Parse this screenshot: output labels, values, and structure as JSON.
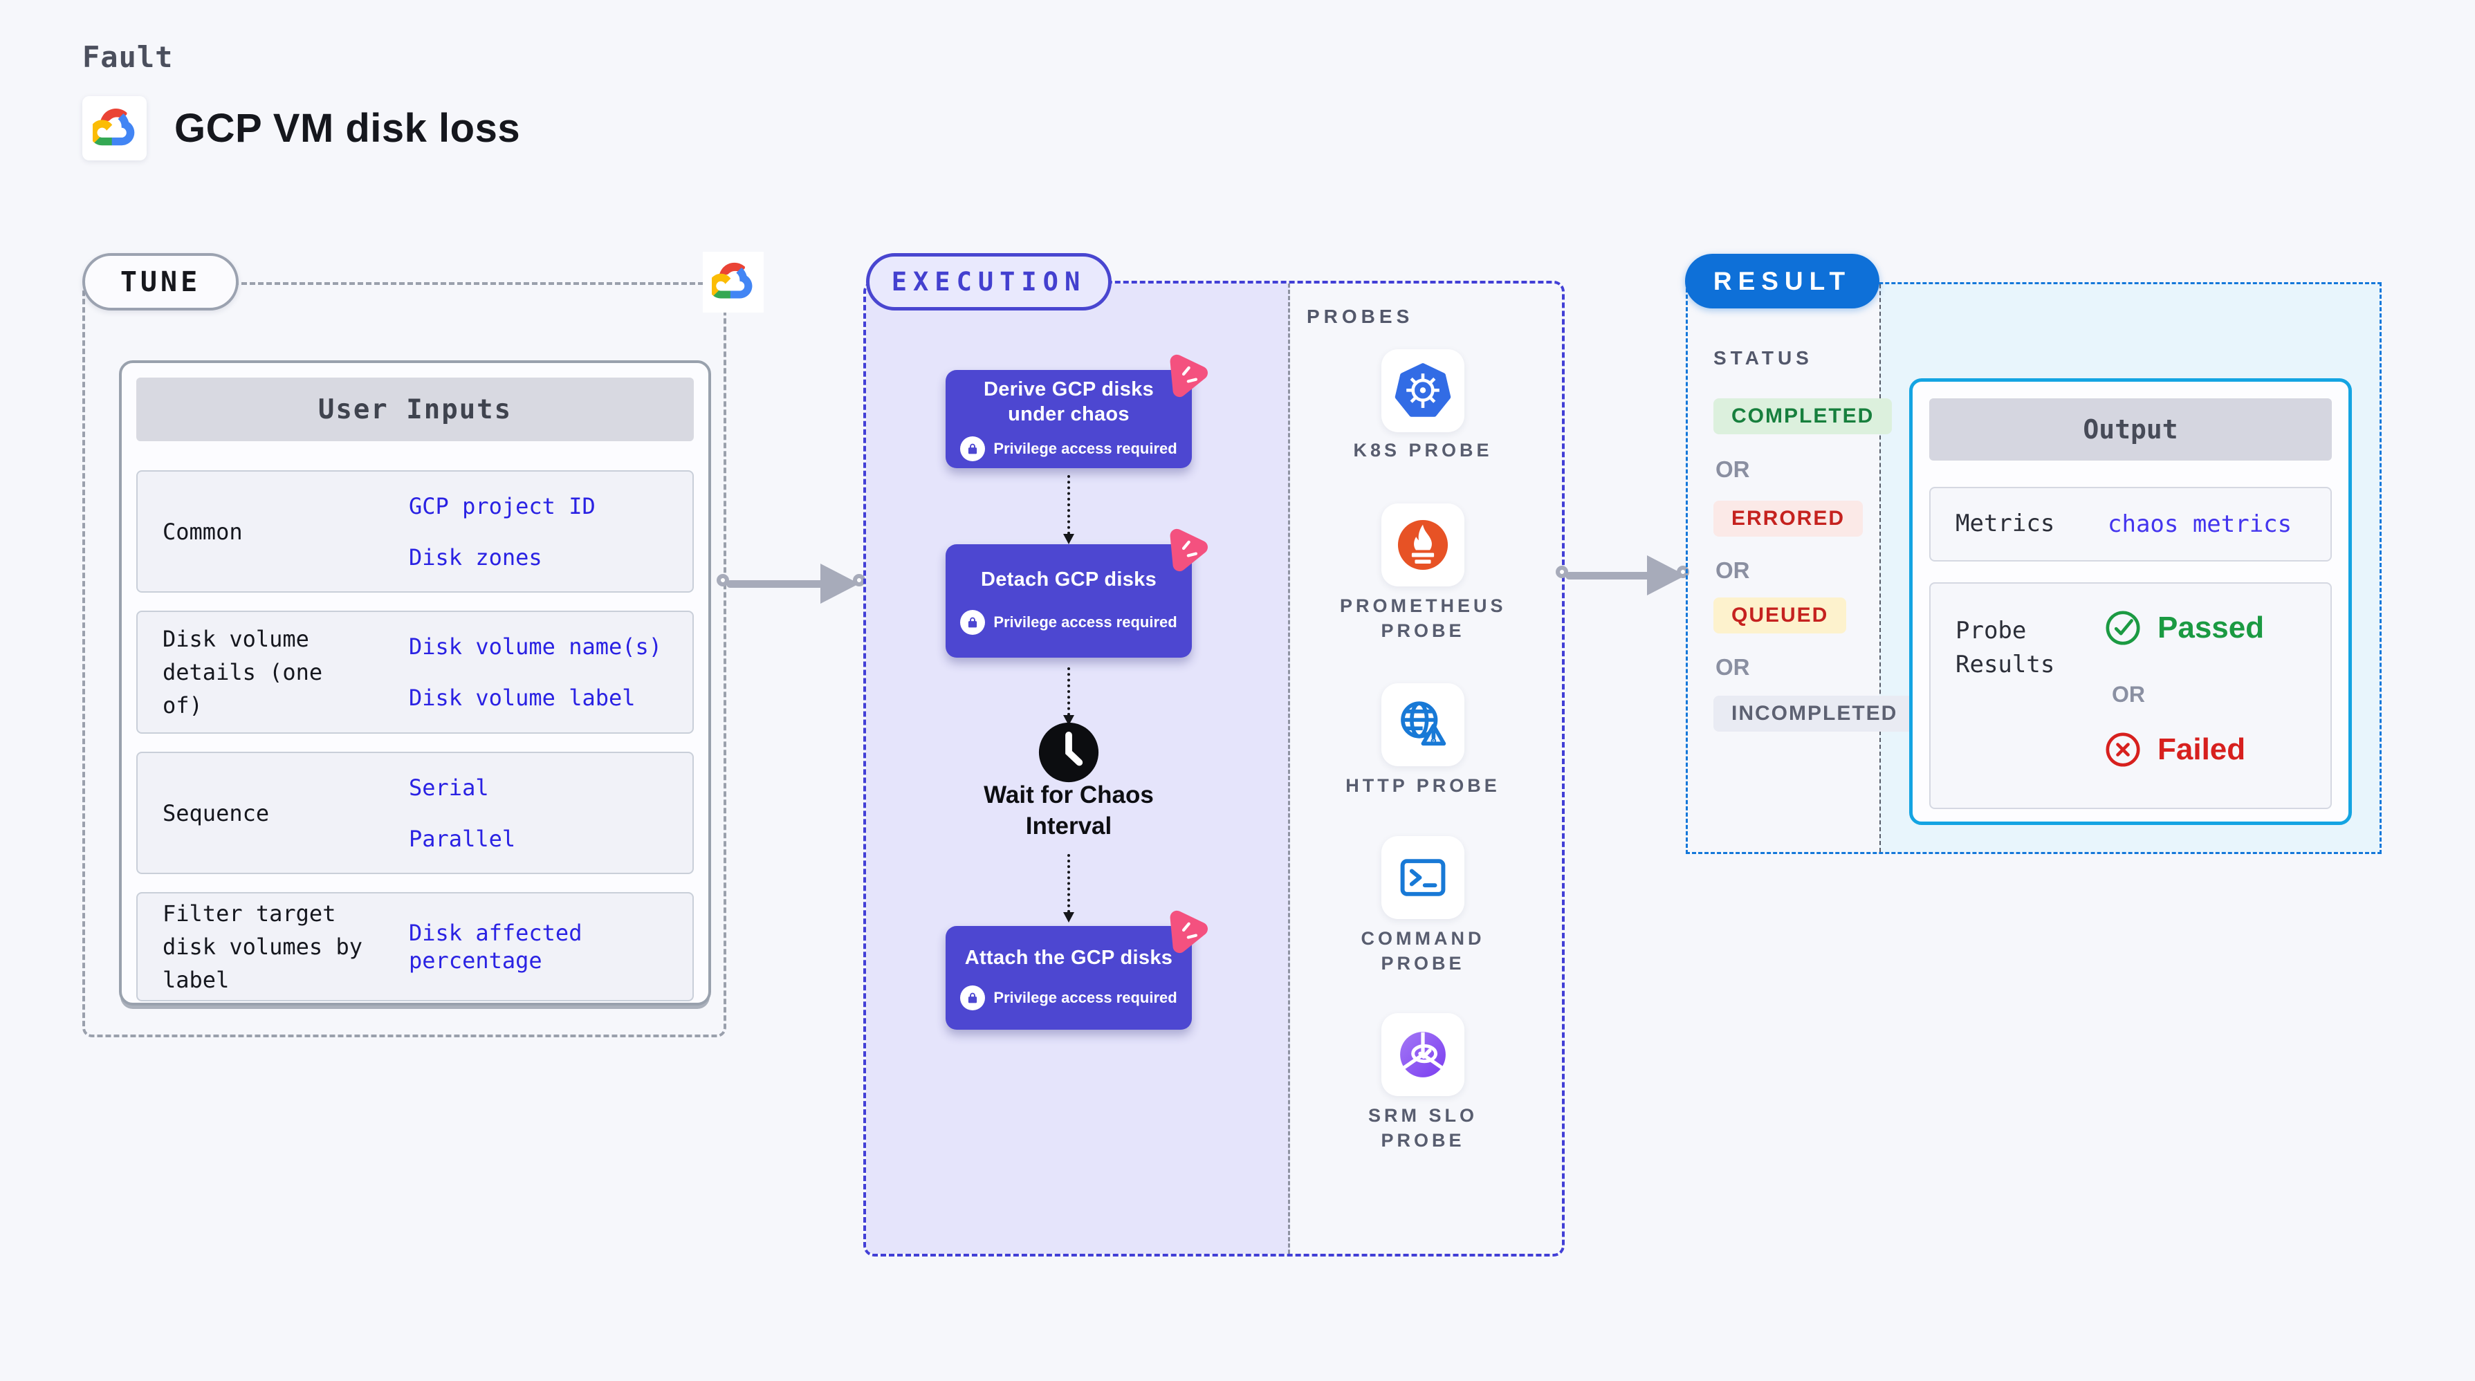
{
  "header": {
    "kicker": "Fault",
    "title": "GCP VM disk loss",
    "logo_icon": "gcp-cloud-logo"
  },
  "tune": {
    "badge": "TUNE",
    "corner_icon": "gcp-cloud-logo",
    "table": {
      "header": "User Inputs",
      "rows": [
        {
          "label": "Common",
          "values": [
            "GCP project ID",
            "Disk zones"
          ]
        },
        {
          "label": "Disk volume details (one of)",
          "values": [
            "Disk volume name(s)",
            "Disk volume label"
          ]
        },
        {
          "label": "Sequence",
          "values": [
            "Serial",
            "Parallel"
          ]
        },
        {
          "label": "Filter target disk volumes by label",
          "values": [
            "Disk affected percentage"
          ]
        }
      ]
    }
  },
  "execution": {
    "badge": "EXECUTION",
    "steps": [
      {
        "title": "Derive GCP disks under chaos",
        "note": "Privilege access required",
        "corner_icon": "litmus-chaos-icon",
        "note_icon": "lock-icon"
      },
      {
        "title": "Detach GCP disks",
        "note": "Privilege access required",
        "corner_icon": "litmus-chaos-icon",
        "note_icon": "lock-icon"
      },
      {
        "title": "Attach the GCP disks",
        "note": "Privilege access required",
        "corner_icon": "litmus-chaos-icon",
        "note_icon": "lock-icon"
      }
    ],
    "wait_icon": "clock-icon",
    "wait_label": "Wait for Chaos Interval"
  },
  "probes": {
    "label": "PROBES",
    "items": [
      {
        "label": "K8S PROBE",
        "icon": "kubernetes-icon"
      },
      {
        "label": "PROMETHEUS PROBE",
        "icon": "prometheus-icon"
      },
      {
        "label": "HTTP PROBE",
        "icon": "http-globe-icon"
      },
      {
        "label": "COMMAND PROBE",
        "icon": "terminal-icon"
      },
      {
        "label": "SRM SLO PROBE",
        "icon": "srm-slo-icon"
      }
    ]
  },
  "result": {
    "badge": "RESULT",
    "status_label": "STATUS",
    "or_label": "OR",
    "statuses": [
      {
        "label": "COMPLETED",
        "kind": "completed"
      },
      {
        "label": "ERRORED",
        "kind": "errored"
      },
      {
        "label": "QUEUED",
        "kind": "queued"
      },
      {
        "label": "INCOMPLETED",
        "kind": "incompleted"
      }
    ],
    "output": {
      "header": "Output",
      "metrics_label": "Metrics",
      "metrics_value": "chaos metrics",
      "probe_results_label": "Probe Results",
      "passed_label": "Passed",
      "passed_icon": "check-circle-icon",
      "or_label": "OR",
      "failed_label": "Failed",
      "failed_icon": "x-circle-icon"
    }
  },
  "colors": {
    "page_bg": "#f6f7fb",
    "link_blue": "#2a22e3",
    "metrics_violet": "#4334ee",
    "execution_indigo": "#4d47d1",
    "execution_border": "#423fd6",
    "execution_fill": "#e5e4fb",
    "tune_border": "#9aa0ac",
    "result_blue": "#0e70d8",
    "result_fill": "#e8f5fc",
    "output_border": "#14a4e2",
    "litmus_pink": "#f4517f",
    "passed_green": "#1b9a42",
    "failed_red": "#d7201e",
    "completed_green": "#177f3d",
    "errored_red": "#c5221f",
    "arrow_gray": "#a7abba"
  }
}
